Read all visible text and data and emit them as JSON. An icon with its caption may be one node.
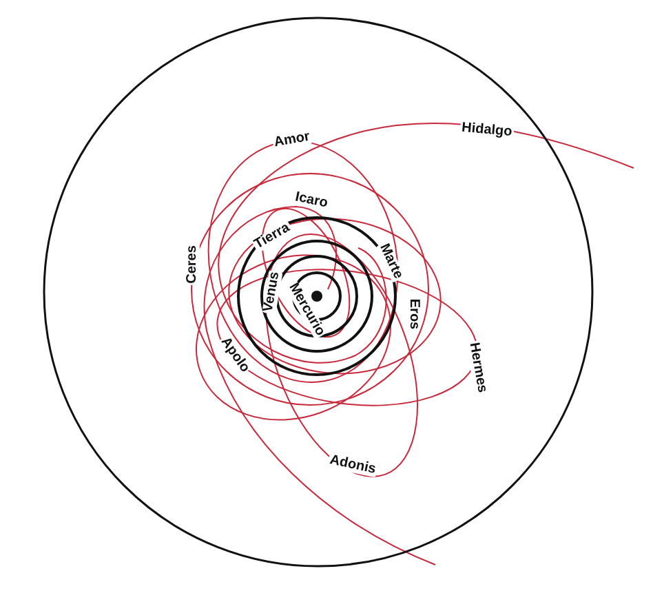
{
  "diagram": {
    "labels": [
      "Hidalgo",
      "Amor",
      "Icaro",
      "Tierra",
      "Marte",
      "Ceres",
      "Venus",
      "Mercurio",
      "Eros",
      "Hermes",
      "Apolo",
      "Adonis"
    ]
  }
}
